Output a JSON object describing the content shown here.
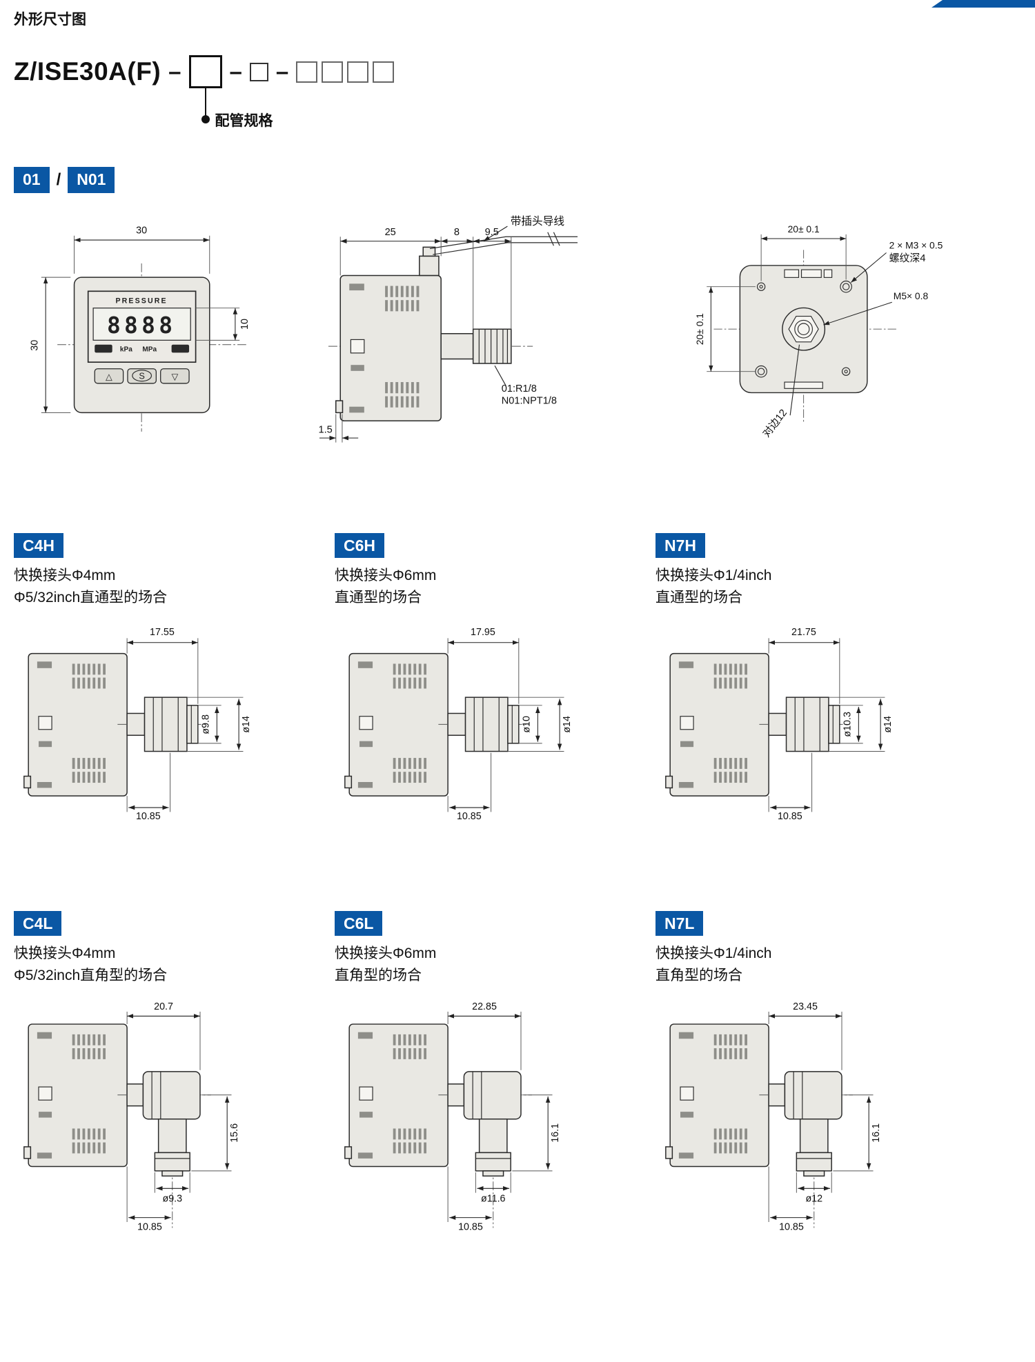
{
  "page": {
    "title": "外形尺寸图"
  },
  "model": {
    "prefix": "Z/ISE30A(F)",
    "dash": "–",
    "pipe_note": "配管规格"
  },
  "port_section": {
    "badge_01": "01",
    "slash": "/",
    "badge_n01": "N01",
    "front": {
      "dim_width": "30",
      "dim_height": "30",
      "dim_display": "10",
      "display_title": "PRESSURE",
      "digits": "8888",
      "unit_kpa": "kPa",
      "unit_mpa": "MPa",
      "btn_up": "△",
      "btn_set": "S",
      "btn_down": "▽"
    },
    "side": {
      "dim_body": "25",
      "dim_step": "8",
      "dim_plug": "9.5",
      "lead_label": "带插头导线",
      "port_label_1": "01:R1/8",
      "port_label_2": "N01:NPT1/8",
      "dim_foot": "1.5"
    },
    "back": {
      "dim_width": "20± 0.1",
      "dim_height": "20± 0.1",
      "label_m3": "2 × M3 × 0.5",
      "label_m3_depth": "螺纹深4",
      "label_m5": "M5× 0.8",
      "label_hex": "对边12"
    }
  },
  "fittings": [
    {
      "badge": "C4H",
      "desc1": "快换接头Φ4mm",
      "desc2": "Φ5/32inch直通型的场合",
      "dim_top": "17.55",
      "dim_small": "ø9.8",
      "dim_big": "ø14",
      "dim_bottom": "10.85"
    },
    {
      "badge": "C6H",
      "desc1": "快换接头Φ6mm",
      "desc2": "直通型的场合",
      "dim_top": "17.95",
      "dim_small": "ø10",
      "dim_big": "ø14",
      "dim_bottom": "10.85"
    },
    {
      "badge": "N7H",
      "desc1": "快换接头Φ1/4inch",
      "desc2": "直通型的场合",
      "dim_top": "21.75",
      "dim_small": "ø10.3",
      "dim_big": "ø14",
      "dim_bottom": "10.85"
    },
    {
      "badge": "C4L",
      "desc1": "快换接头Φ4mm",
      "desc2": "Φ5/32inch直角型的场合",
      "dim_top": "20.7",
      "dim_height": "15.6",
      "dim_dia": "ø9.3",
      "dim_bottom": "10.85"
    },
    {
      "badge": "C6L",
      "desc1": "快换接头Φ6mm",
      "desc2": "直角型的场合",
      "dim_top": "22.85",
      "dim_height": "16.1",
      "dim_dia": "ø11.6",
      "dim_bottom": "10.85"
    },
    {
      "badge": "N7L",
      "desc1": "快换接头Φ1/4inch",
      "desc2": "直角型的场合",
      "dim_top": "23.45",
      "dim_height": "16.1",
      "dim_dia": "ø12",
      "dim_bottom": "10.85"
    }
  ]
}
